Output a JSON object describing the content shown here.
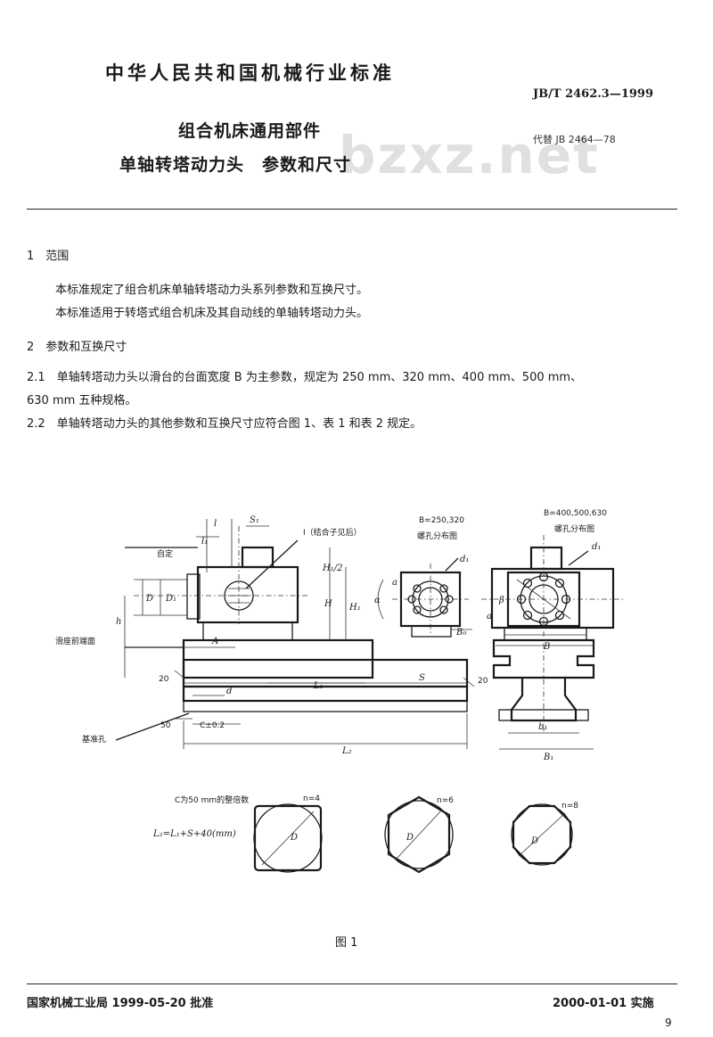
{
  "header": {
    "standard_body": "中华人民共和国机械行业标准",
    "standard_code": "JB/T 2462.3—1999",
    "replaces": "代替 JB 2464—78",
    "title_line1": "组合机床通用部件",
    "title_line2": "单轴转塔动力头　参数和尺寸",
    "watermark": "bzxz.net"
  },
  "sections": {
    "s1_heading": "1　范围",
    "s1_p1": "本标准规定了组合机床单轴转塔动力头系列参数和互换尺寸。",
    "s1_p2": "本标准适用于转塔式组合机床及其自动线的单轴转塔动力头。",
    "s2_heading": "2　参数和互换尺寸",
    "s2_1a": "2.1　单轴转塔动力头以滑台的台面宽度 B 为主参数，规定为 250 mm、320 mm、400 mm、500 mm、",
    "s2_1b": "630 mm 五种规格。",
    "s2_2": "2.2　单轴转塔动力头的其他参数和互换尺寸应符合图 1、表 1 和表 2 规定。"
  },
  "figure": {
    "caption": "图 1",
    "labels": {
      "detail_I": "I（结合子见后）",
      "zhongding": "自定",
      "front_face": "滑座前端面",
      "pin_hole": "基准孔",
      "bolt_small": "B=250,320",
      "bolt_small_2": "螺孔分布图",
      "bolt_large": "B=400,500,630",
      "bolt_large_2": "螺孔分布图",
      "note_c": "C为50 mm的整倍数",
      "formula": "L₂=L₁+S+40(mm)",
      "n4": "n=4",
      "n6": "n=6",
      "n8": "n=8",
      "dim_20a": "20",
      "dim_20b": "20",
      "dim_50": "50",
      "dim_c": "C±0.2",
      "sym_S": "S",
      "sym_L1": "L₁",
      "sym_L2": "L₂",
      "sym_d": "d",
      "sym_l": "l",
      "sym_l1": "l₁",
      "sym_S1": "S₁",
      "sym_H": "H",
      "sym_H1": "H₁",
      "sym_H1_2": "H₁/2",
      "sym_D": "D",
      "sym_D1": "D₁",
      "sym_d1": "d₁",
      "sym_B": "B",
      "sym_B0": "B₀",
      "sym_B1": "B₁",
      "sym_b1": "b₁",
      "sym_a": "a",
      "sym_alpha": "α",
      "sym_beta": "β",
      "sym_A": "A",
      "sym_h": "h"
    }
  },
  "footer": {
    "approval": "国家机械工业局 1999-05-20 批准",
    "effective": "2000-01-01 实施",
    "page": "9"
  }
}
